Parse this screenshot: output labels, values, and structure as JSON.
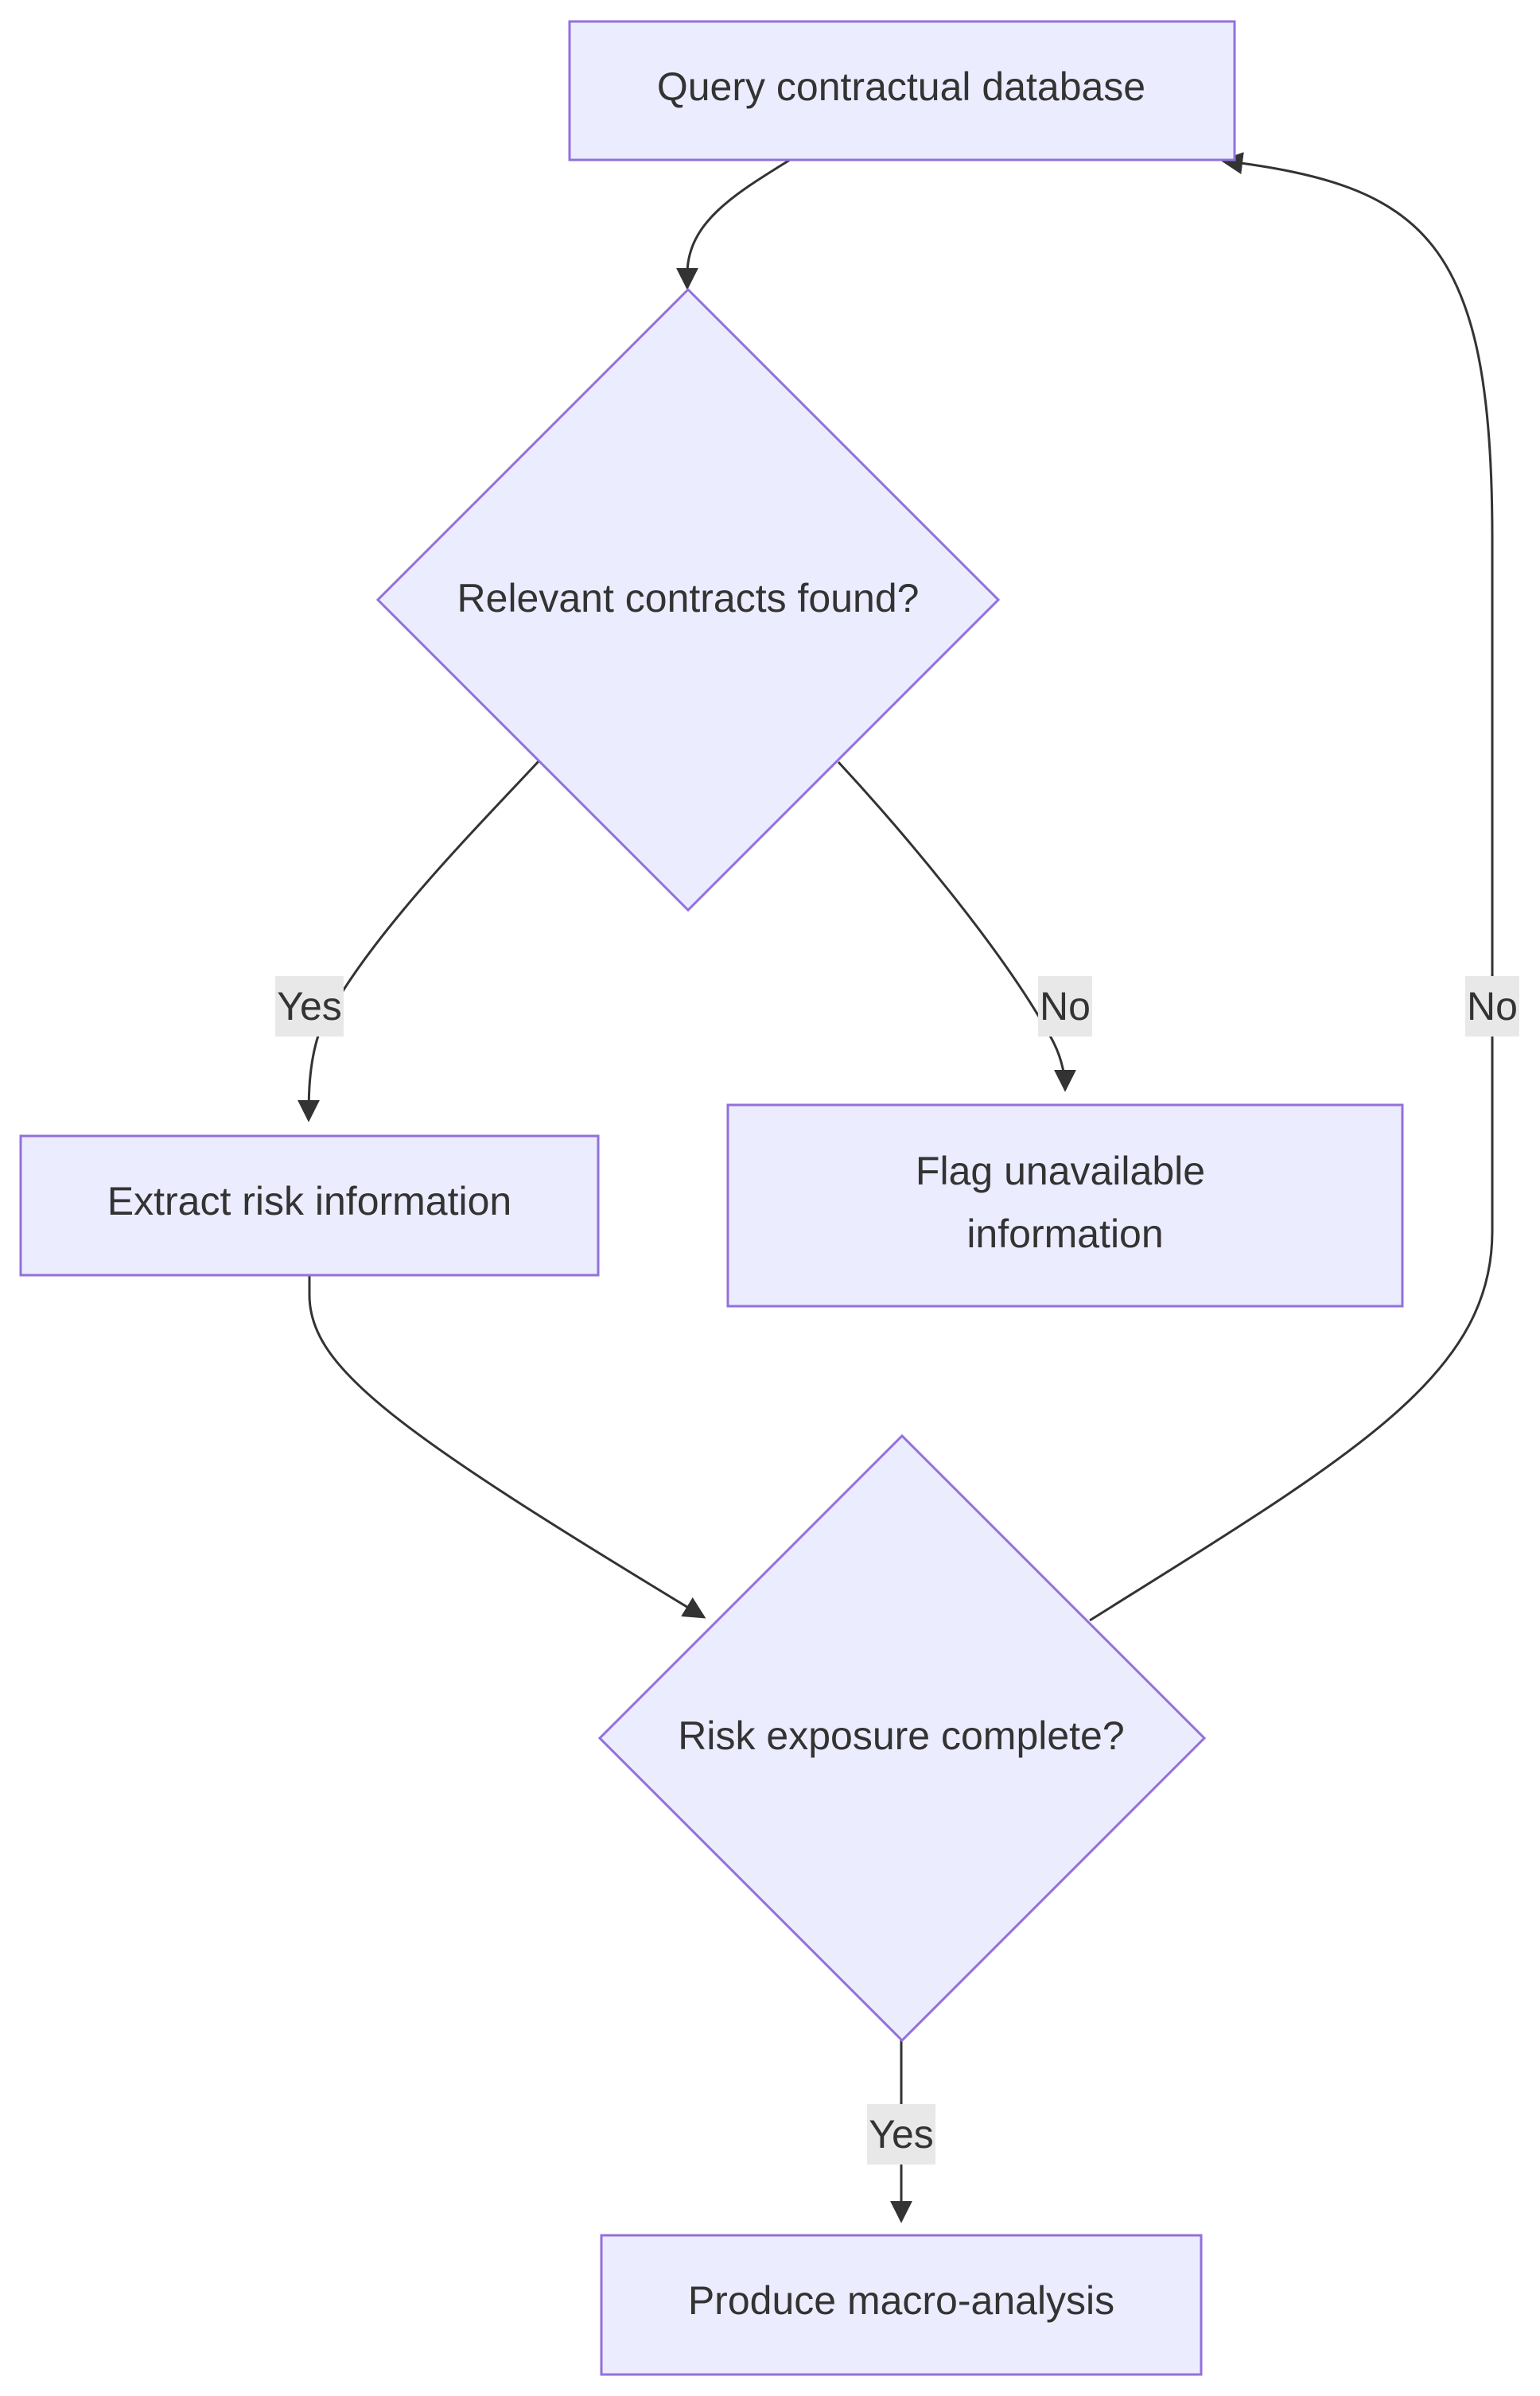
{
  "diagram": {
    "nodes": {
      "query": {
        "label": "Query contractual database"
      },
      "relevant": {
        "label": "Relevant contracts found?"
      },
      "extract": {
        "label": "Extract risk information"
      },
      "flag": {
        "line1": "Flag unavailable",
        "line2": "information"
      },
      "complete": {
        "label": "Risk exposure complete?"
      },
      "produce": {
        "label": "Produce macro-analysis"
      }
    },
    "edges": {
      "relevant_extract": {
        "label": "Yes"
      },
      "relevant_flag": {
        "label": "No"
      },
      "complete_query": {
        "label": "No"
      },
      "complete_produce": {
        "label": "Yes"
      }
    }
  },
  "colors": {
    "node_fill": "#ECECFF",
    "node_stroke": "#9370DB",
    "edge": "#333333",
    "label_background": "#e8e8e8",
    "text": "#333333"
  }
}
